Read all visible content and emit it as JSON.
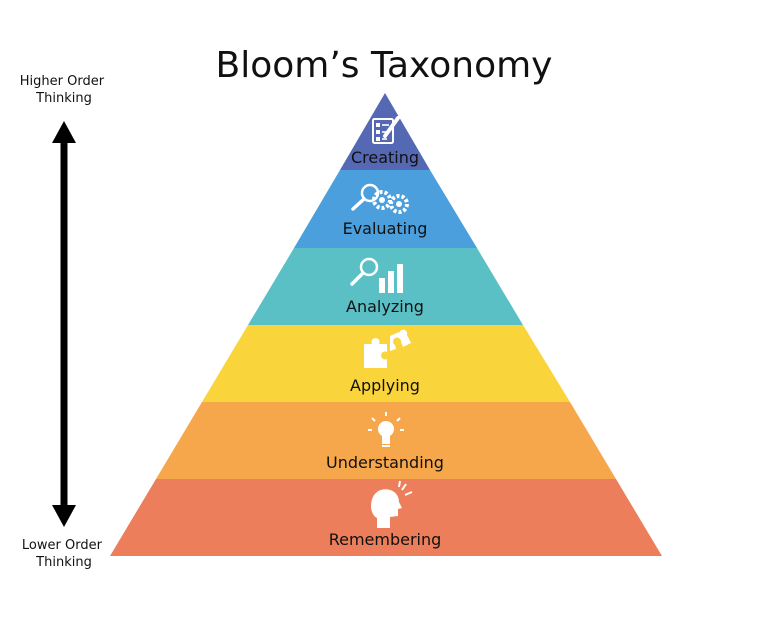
{
  "title": "Bloom’s Taxonomy",
  "axis": {
    "top_label": [
      "Higher Order",
      "Thinking"
    ],
    "bottom_label": [
      "Lower Order",
      "Thinking"
    ]
  },
  "levels": [
    {
      "label": "Creating",
      "icon": "checklist-pencil-icon",
      "color": "#5468b4"
    },
    {
      "label": "Evaluating",
      "icon": "magnifier-gears-icon",
      "color": "#4b9fdc"
    },
    {
      "label": "Analyzing",
      "icon": "magnifier-bar-chart-icon",
      "color": "#5bc0c6"
    },
    {
      "label": "Applying",
      "icon": "puzzle-pieces-icon",
      "color": "#f9d43a"
    },
    {
      "label": "Understanding",
      "icon": "lightbulb-icon",
      "color": "#f6a64b"
    },
    {
      "label": "Remembering",
      "icon": "head-thinking-icon",
      "color": "#ec7e5c"
    }
  ]
}
